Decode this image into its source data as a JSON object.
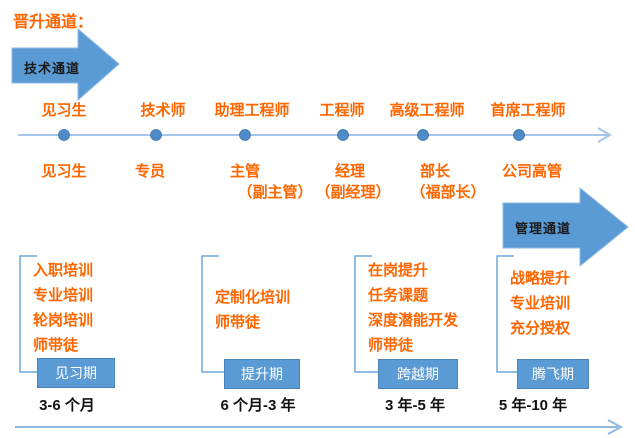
{
  "title": "晋升通道：",
  "colors": {
    "accent_orange": "#ff6600",
    "arrow_blue": "#5b9bd5",
    "line_blue": "#a5c6e6",
    "dot_blue": "#4e8bc8",
    "box_border_blue": "#4a84b8",
    "box_text_white": "#ffffff"
  },
  "channels": {
    "technical": {
      "label": "技术通道"
    },
    "management": {
      "label": "管理通道"
    }
  },
  "technical_row": {
    "labels": [
      "见习生",
      "技术师",
      "助理工程师",
      "工程师",
      "高级工程师",
      "首席工程师"
    ]
  },
  "management_row": {
    "items": [
      {
        "main": "见习生",
        "sub": ""
      },
      {
        "main": "专员",
        "sub": ""
      },
      {
        "main": "主管",
        "sub": "（副主管）"
      },
      {
        "main": "经理",
        "sub": "（副经理）"
      },
      {
        "main": "部长",
        "sub": "（福部长）"
      },
      {
        "main": "公司高管",
        "sub": ""
      }
    ]
  },
  "stages": [
    {
      "activities": [
        "入职培训",
        "专业培训",
        "轮岗培训",
        "师带徒"
      ],
      "period": "见习期",
      "duration": "3-6 个月"
    },
    {
      "activities": [
        "定制化培训",
        "师带徒"
      ],
      "period": "提升期",
      "duration": "6 个月-3 年"
    },
    {
      "activities": [
        "在岗提升",
        "任务课题",
        "深度潜能开发",
        "师带徒"
      ],
      "period": "跨越期",
      "duration": "3 年-5 年"
    },
    {
      "activities": [
        "战略提升",
        "专业培训",
        "充分授权"
      ],
      "period": "腾飞期",
      "duration": "5 年-10 年"
    }
  ]
}
